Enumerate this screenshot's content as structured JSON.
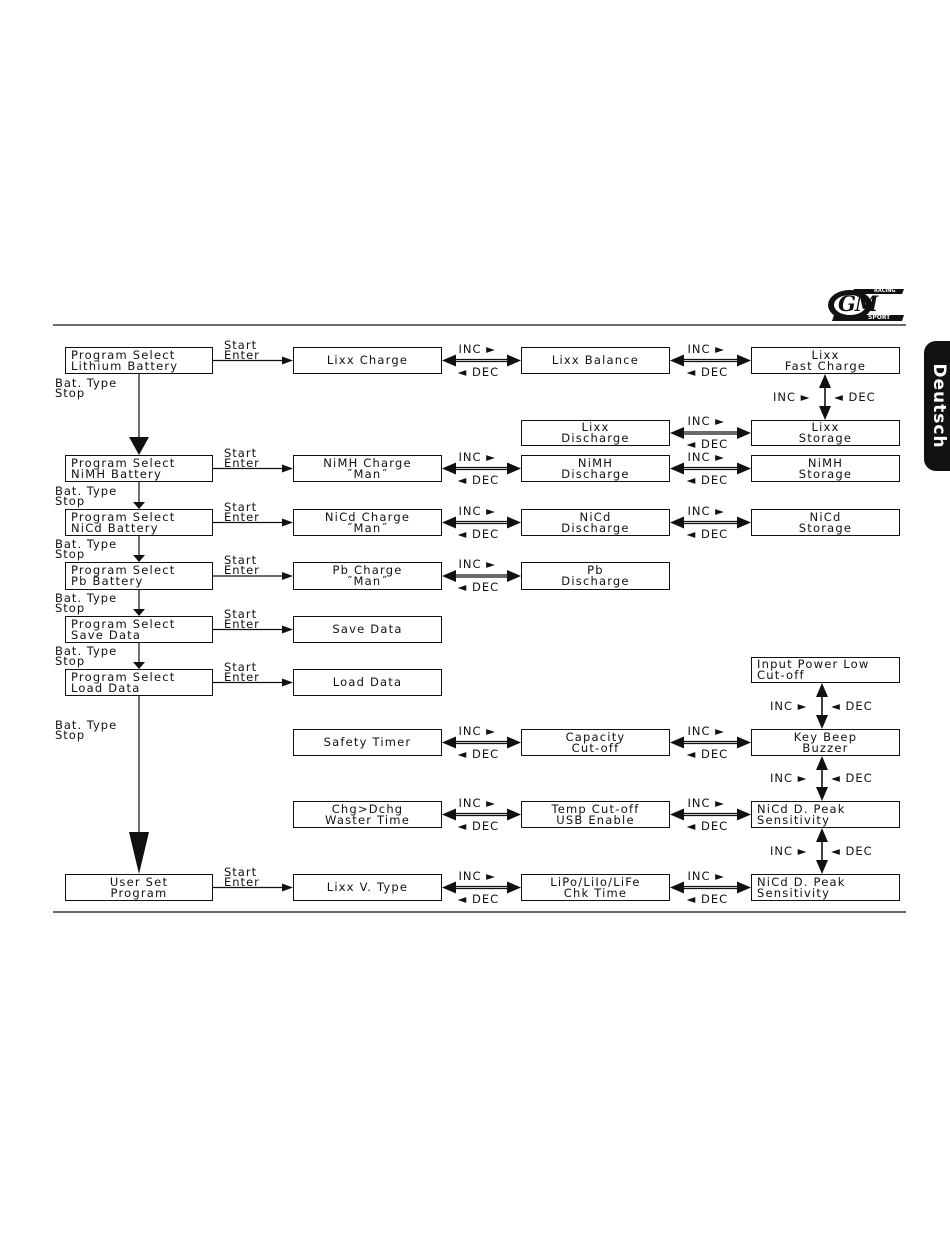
{
  "labels": {
    "start": "Start",
    "enter": "Enter",
    "inc": "INC ►",
    "dec": "◄ DEC",
    "bat_type": "Bat. Type",
    "stop": "Stop"
  },
  "side_tab": "Deutsch",
  "logo": {
    "main": "GM",
    "top": "RACING",
    "bottom": "SPORT"
  },
  "boxes": {
    "ps_lithium": [
      "Program Select",
      "Lithium Battery"
    ],
    "lixx_charge": [
      "Lixx Charge"
    ],
    "lixx_balance": [
      "Lixx Balance"
    ],
    "lixx_fast": [
      "Lixx",
      "Fast Charge"
    ],
    "lixx_discharge": [
      "Lixx",
      "Discharge"
    ],
    "lixx_storage": [
      "Lixx",
      "Storage"
    ],
    "ps_nimh": [
      "Program Select",
      "NiMH Battery"
    ],
    "nimh_charge": [
      "NiMH Charge",
      "˝Man˝"
    ],
    "nimh_discharge": [
      "NiMH",
      "Discharge"
    ],
    "nimh_storage": [
      "NiMH",
      "Storage"
    ],
    "ps_nicd": [
      "Program Select",
      "NiCd Battery"
    ],
    "nicd_charge": [
      "NiCd Charge",
      "˝Man˝"
    ],
    "nicd_discharge": [
      "NiCd",
      "Discharge"
    ],
    "nicd_storage": [
      "NiCd",
      "Storage"
    ],
    "ps_pb": [
      "Program Select",
      "Pb Battery"
    ],
    "pb_charge": [
      "Pb Charge",
      "˝Man˝"
    ],
    "pb_discharge": [
      "Pb",
      "Discharge"
    ],
    "ps_save": [
      "Program Select",
      "Save Data"
    ],
    "save_data": [
      "Save Data"
    ],
    "ps_load": [
      "Program Select",
      "Load Data"
    ],
    "load_data": [
      "Load Data"
    ],
    "input_power": [
      "Input Power Low",
      "Cut-off"
    ],
    "safety_timer": [
      "Safety Timer"
    ],
    "capacity_cutoff": [
      "Capacity",
      "Cut-off"
    ],
    "key_beep": [
      "Key Beep",
      "Buzzer"
    ],
    "chg_dchg": [
      "Chg>Dchg",
      "Waster Time"
    ],
    "temp_cutoff": [
      "Temp Cut-off",
      "USB Enable"
    ],
    "nicd_peak_1": [
      "NiCd D. Peak",
      "Sensitivity"
    ],
    "user_set": [
      "User Set",
      "Program"
    ],
    "lixx_vtype": [
      "Lixx V. Type"
    ],
    "lipo_chk": [
      "LiPo/LiIo/LiFe",
      "Chk Time"
    ],
    "nicd_peak_2": [
      "NiCd D. Peak",
      "Sensitivity"
    ]
  }
}
